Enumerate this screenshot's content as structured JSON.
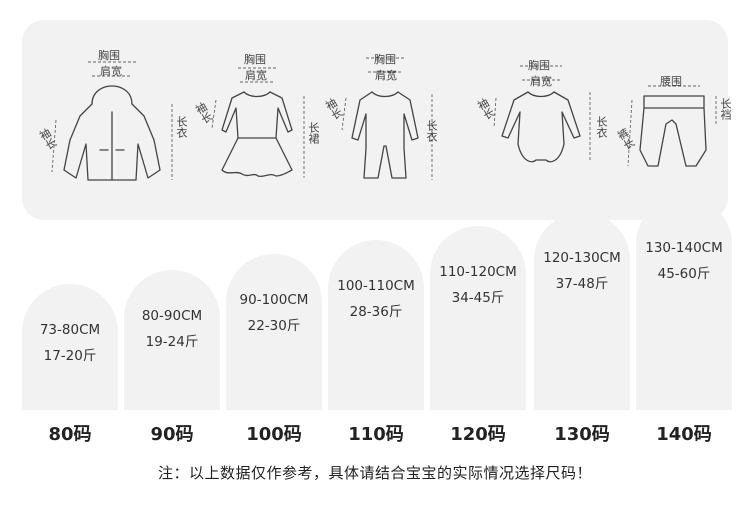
{
  "measurement_labels": {
    "chest": "胸围",
    "shoulder": "肩宽",
    "sleeve": "袖长",
    "length": "长衣",
    "skirt_length": "长裙",
    "waist": "腰围",
    "crotch": "长裆",
    "pants_length": "裤长"
  },
  "size_chart": [
    {
      "height": "73-80CM",
      "weight": "17-20斤",
      "size": "80码"
    },
    {
      "height": "80-90CM",
      "weight": "19-24斤",
      "size": "90码"
    },
    {
      "height": "90-100CM",
      "weight": "22-30斤",
      "size": "100码"
    },
    {
      "height": "100-110CM",
      "weight": "28-36斤",
      "size": "110码"
    },
    {
      "height": "110-120CM",
      "weight": "34-45斤",
      "size": "120码"
    },
    {
      "height": "120-130CM",
      "weight": "37-48斤",
      "size": "130码"
    },
    {
      "height": "130-140CM",
      "weight": "45-60斤",
      "size": "140码"
    }
  ],
  "note": "注：以上数据仅作参考，具体请结合宝宝的实际情况选择尺码！"
}
